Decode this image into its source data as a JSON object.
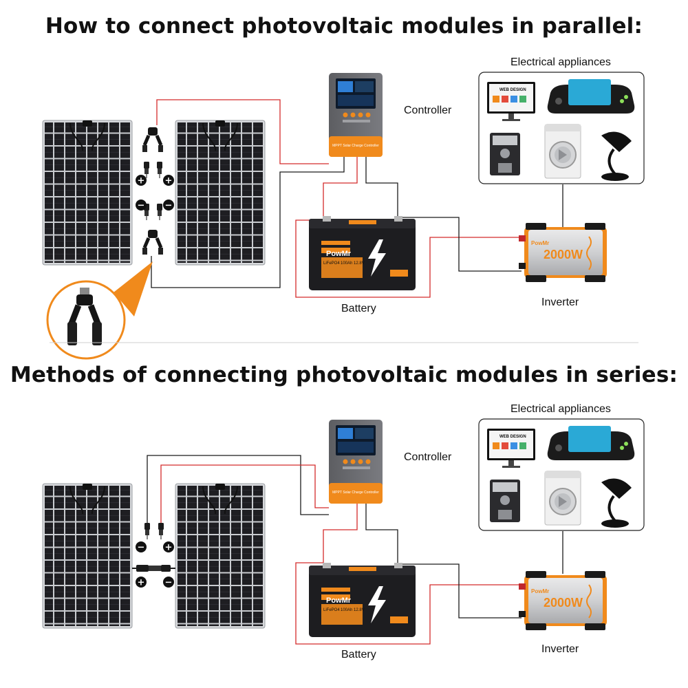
{
  "sections": [
    {
      "title": "How to connect photovoltaic modules in parallel:",
      "labels": {
        "appliances": "Electrical appliances",
        "controller": "Controller",
        "battery": "Battery",
        "inverter": "Inverter"
      },
      "controller_text": "MPPT Solar Charge Controller",
      "battery_brand": "PowMr",
      "battery_chem": "LiFePO4",
      "battery_spec": "100Ah 12.8V",
      "inverter_brand": "PowMr",
      "inverter_power": "2000W",
      "monitor_text": "WEB DESIGN",
      "polarity_top": [
        "+",
        "+"
      ],
      "polarity_bottom": [
        "−",
        "−"
      ]
    },
    {
      "title": "Methods of connecting photovoltaic modules in series:",
      "labels": {
        "appliances": "Electrical appliances",
        "controller": "Controller",
        "battery": "Battery",
        "inverter": "Inverter"
      },
      "controller_text": "MPPT Solar Charge Controller",
      "battery_brand": "PowMr",
      "battery_chem": "LiFePO4",
      "battery_spec": "100Ah 12.8V",
      "inverter_brand": "PowMr",
      "inverter_power": "2000W",
      "monitor_text": "WEB DESIGN",
      "polarity_top": [
        "−",
        "+"
      ],
      "polarity_bottom": [
        "+",
        "−"
      ]
    }
  ],
  "colors": {
    "wire_red": "#d42a2a",
    "wire_black": "#1a1a1a",
    "accent_orange": "#f08a1c",
    "panel_cell": "#1e1e22"
  },
  "icons": [
    "solar-panel-icon",
    "mc4-connector-icon",
    "charge-controller-icon",
    "battery-icon",
    "inverter-icon",
    "monitor-icon",
    "game-console-icon",
    "coffee-machine-icon",
    "washing-machine-icon",
    "desk-lamp-icon"
  ]
}
